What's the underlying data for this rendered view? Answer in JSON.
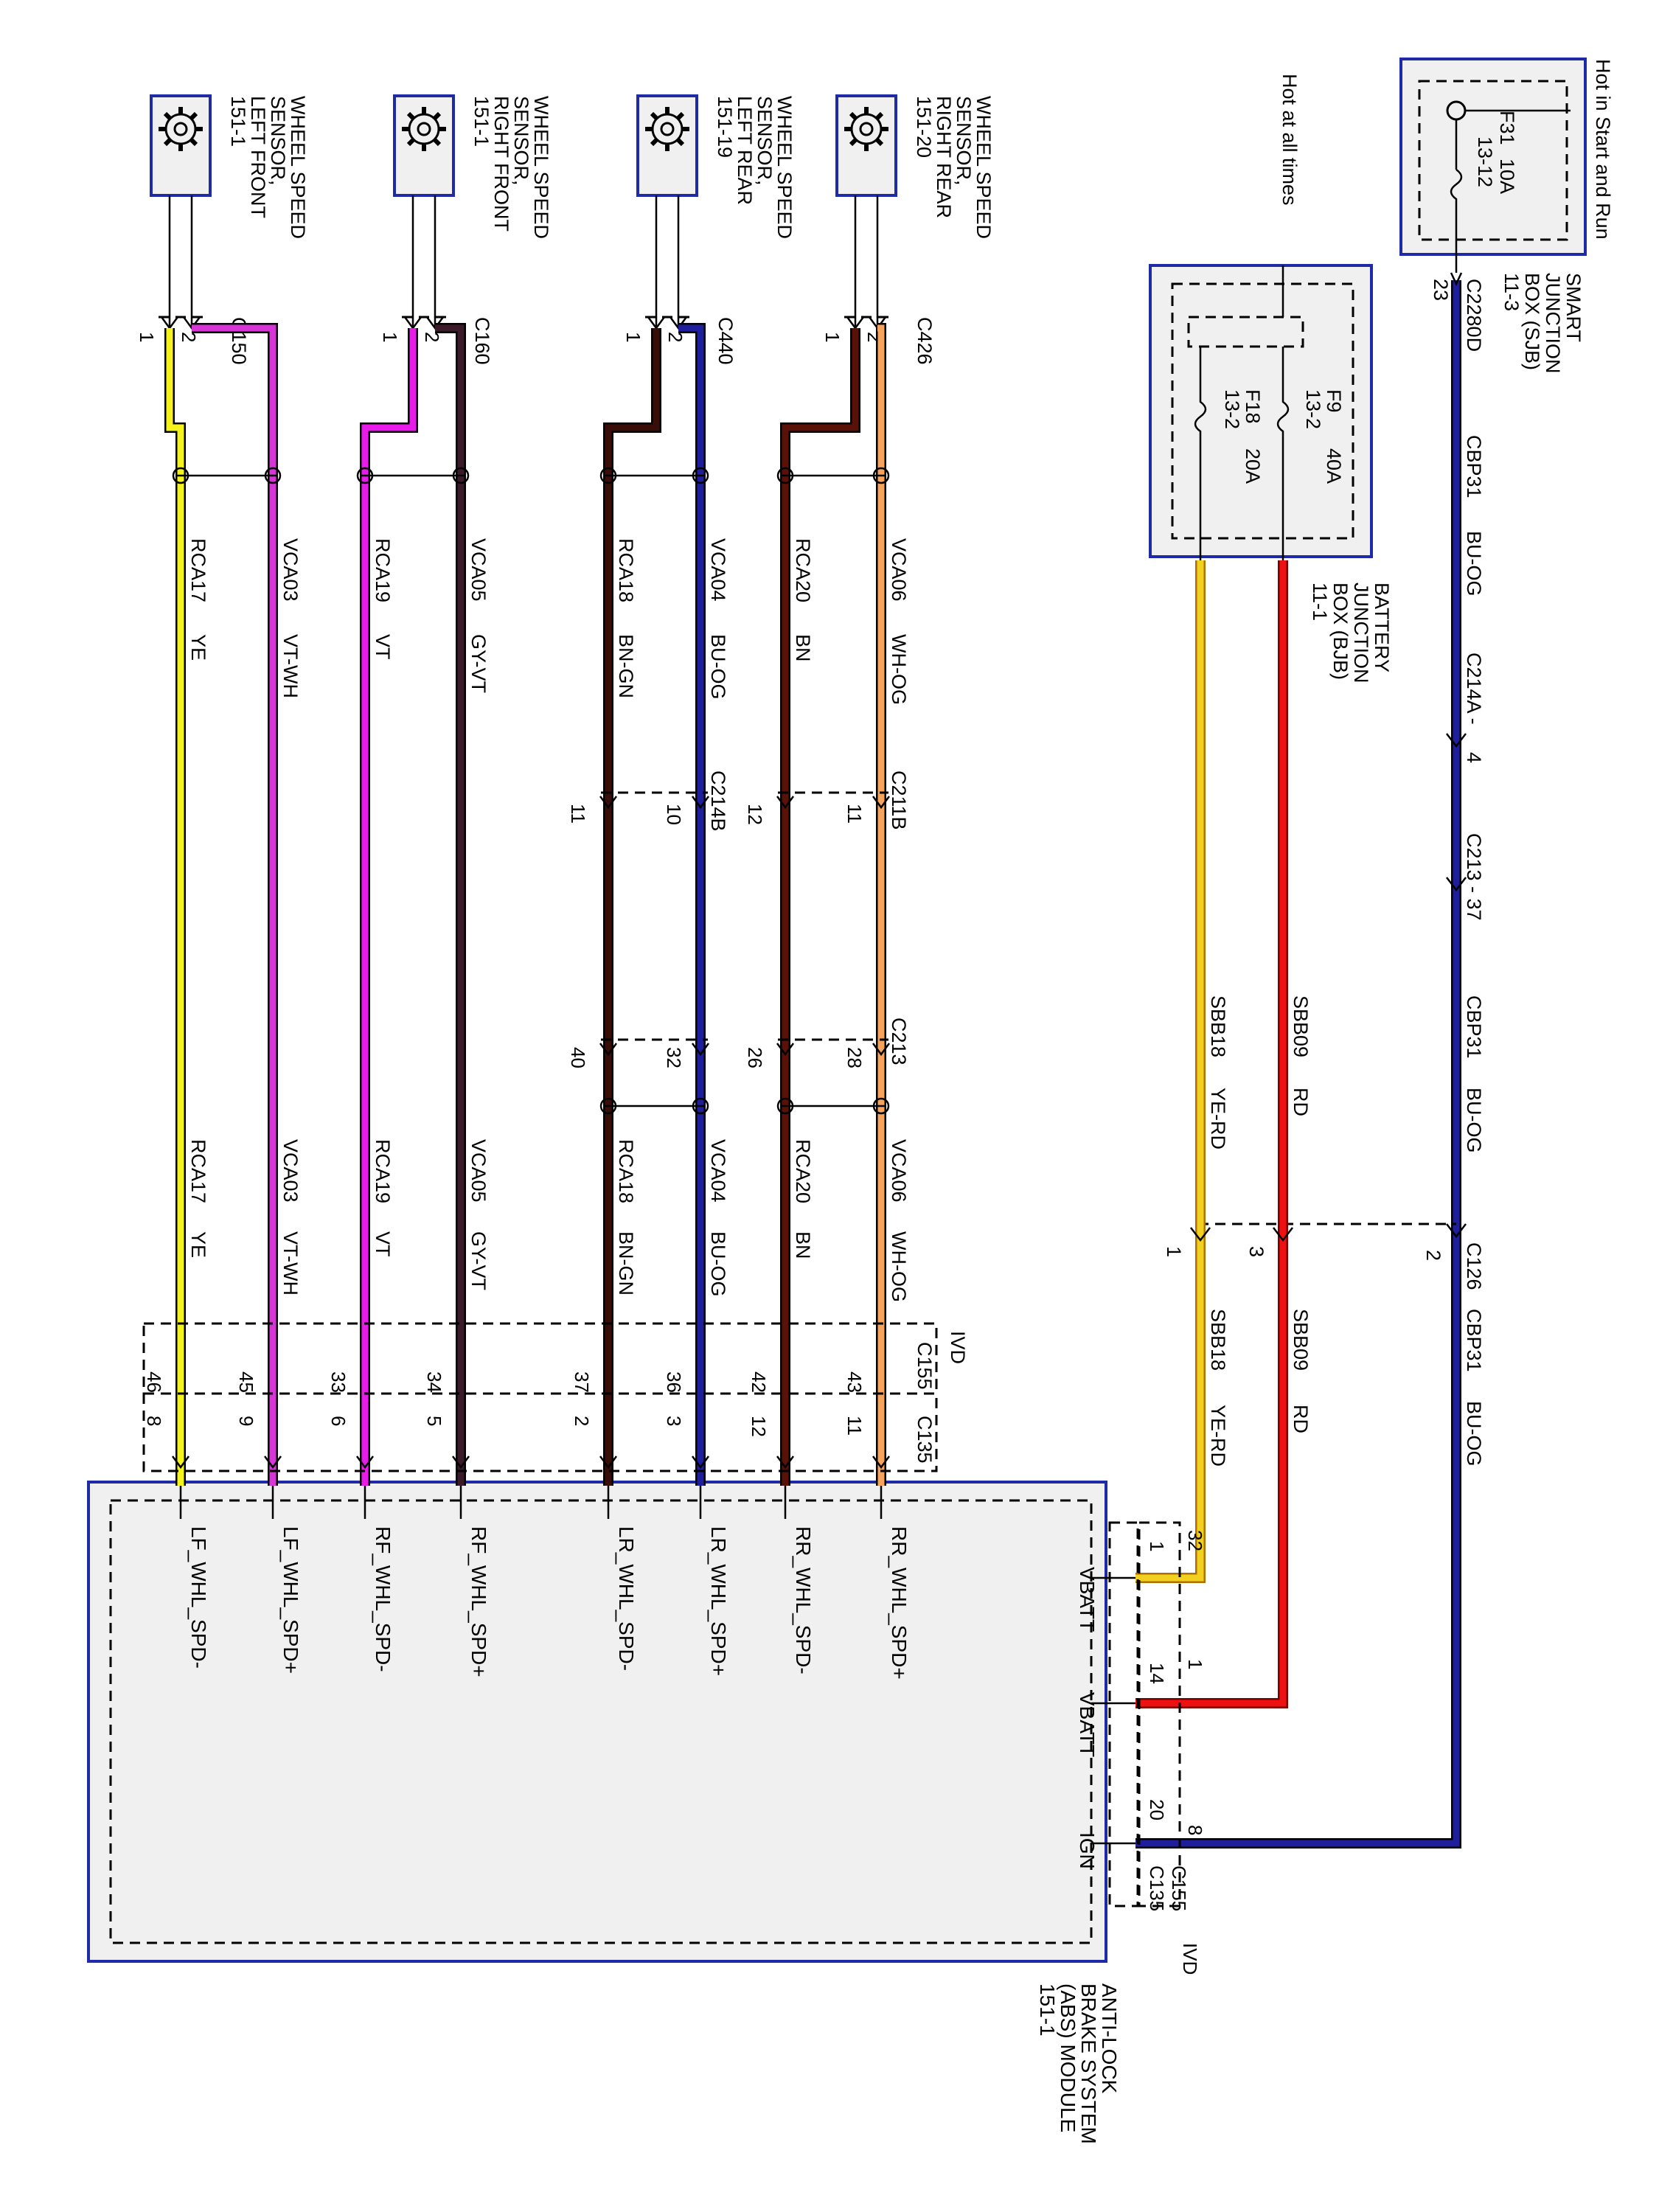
{
  "power": {
    "sjb": {
      "label_lines": [
        "SMART",
        "JUNCTION",
        "BOX (SJB)",
        "11-3"
      ],
      "note": "Hot in Start and Run",
      "fuse": {
        "id": "F31",
        "rating": "10A",
        "ref": "13-12"
      },
      "connector": "C2280D",
      "pin": "23"
    },
    "bjb": {
      "label_lines": [
        "BATTERY",
        "JUNCTION",
        "BOX (BJB)",
        "11-1"
      ],
      "note": "Hot at all times",
      "fuses": [
        {
          "id": "F9",
          "rating": "40A",
          "ref": "13-2"
        },
        {
          "id": "F18",
          "rating": "20A",
          "ref": "13-2"
        }
      ]
    }
  },
  "ign_circuit": {
    "labels": [
      "CBP31",
      "BU-OG"
    ],
    "labels2": [
      "CBP31",
      "BU-OG"
    ],
    "labels3": [
      "CBP31",
      "BU-OG"
    ],
    "c214a": "C214A -",
    "c214a_pin": "4",
    "c213": "C213 - 37",
    "color": "#1f1f9e"
  },
  "batt_circuits": [
    {
      "id": "SBB09",
      "color_name": "RD",
      "color": "#ee1111",
      "c126_pin": "3",
      "c155_pin": "1",
      "c135_pin": "14",
      "ecu_pin": "VBATT"
    },
    {
      "id": "SBB18",
      "color_name": "YE-RD",
      "color": "#f1d020",
      "c126_pin": "1",
      "c155_pin": "32",
      "c135_pin": "1",
      "ecu_pin": "VBATT"
    }
  ],
  "c126": {
    "label": "C126",
    "ign_pin": "2"
  },
  "ign_pins": {
    "c155": "8",
    "c135": "20",
    "ecu": "IGN"
  },
  "c155_label": "C155",
  "c135_label": "C135",
  "ivd_label": "IVD",
  "module": {
    "label_lines": [
      "ANTI-LOCK",
      "BRAKE SYSTEM",
      "(ABS) MODULE",
      "151-1"
    ]
  },
  "sensors": [
    {
      "label_lines": [
        "WHEEL SPEED",
        "SENSOR,",
        "RIGHT REAR",
        "151-20"
      ],
      "connector": "C426",
      "wires": [
        {
          "circuit": "VCA06",
          "color_name": "WH-OG",
          "color": "#f7a35c",
          "sensor_pin": "2",
          "c211b": "11",
          "c213": "28",
          "c155": "43",
          "c135": "11",
          "ecu": "RR_WHL_SPD+"
        },
        {
          "circuit": "RCA20",
          "color_name": "BN",
          "color": "#5a1208",
          "sensor_pin": "1",
          "c211b": "12",
          "c213": "26",
          "c155": "42",
          "c135": "12",
          "ecu": "RR_WHL_SPD-"
        }
      ],
      "inline": "C211B"
    },
    {
      "label_lines": [
        "WHEEL SPEED",
        "SENSOR,",
        "LEFT REAR",
        "151-19"
      ],
      "connector": "C440",
      "wires": [
        {
          "circuit": "VCA04",
          "color_name": "BU-OG",
          "color": "#1f1f9e",
          "sensor_pin": "2",
          "c211b": "10",
          "c213": "32",
          "c155": "36",
          "c135": "3",
          "ecu": "LR_WHL_SPD+"
        },
        {
          "circuit": "RCA18",
          "color_name": "BN-GN",
          "color": "#3a0e08",
          "sensor_pin": "1",
          "c211b": "11",
          "c213": "40",
          "c155": "37",
          "c135": "2",
          "ecu": "LR_WHL_SPD-"
        }
      ],
      "inline": "C214B"
    },
    {
      "label_lines": [
        "WHEEL SPEED",
        "SENSOR,",
        "RIGHT FRONT",
        "151-1"
      ],
      "connector": "C160",
      "wires": [
        {
          "circuit": "VCA05",
          "color_name": "GY-VT",
          "color": "#3b1a2a",
          "sensor_pin": "2",
          "c155": "34",
          "c135": "5",
          "ecu": "RF_WHL_SPD+"
        },
        {
          "circuit": "RCA19",
          "color_name": "VT",
          "color": "#e81ce8",
          "sensor_pin": "1",
          "c155": "33",
          "c135": "6",
          "ecu": "RF_WHL_SPD-"
        }
      ]
    },
    {
      "label_lines": [
        "WHEEL SPEED",
        "SENSOR,",
        "LEFT FRONT",
        "151-1"
      ],
      "connector": "C150",
      "wires": [
        {
          "circuit": "VCA03",
          "color_name": "VT-WH",
          "color": "#d636d6",
          "sensor_pin": "2",
          "c155": "45",
          "c135": "9",
          "ecu": "LF_WHL_SPD+"
        },
        {
          "circuit": "RCA17",
          "color_name": "YE",
          "color": "#f4f41c",
          "sensor_pin": "1",
          "c155": "46",
          "c135": "8",
          "ecu": "LF_WHL_SPD-"
        }
      ]
    }
  ]
}
